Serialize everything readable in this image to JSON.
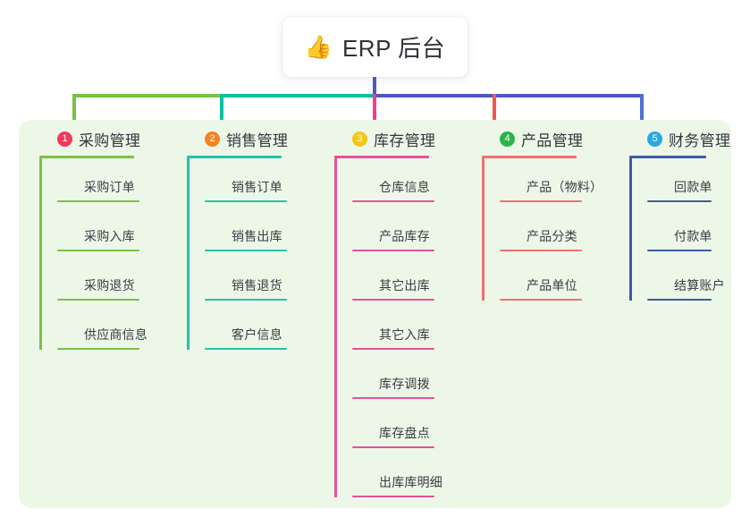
{
  "root": {
    "emoji": "👍",
    "emoji_name": "thumbs-up-icon",
    "title": "ERP 后台"
  },
  "theme": {
    "panel_bg": "#edf7e8",
    "card_bg": "#ffffff",
    "text": "#33363c",
    "stem": "#4f57c4"
  },
  "bus": {
    "segments": [
      {
        "color": "#7ac143"
      },
      {
        "color": "#0bbfa0"
      },
      {
        "color": "#4f57c4"
      }
    ]
  },
  "columns": [
    {
      "number": "1",
      "title": "采购管理",
      "badge_color": "#f0395d",
      "line_color": "#7ac143",
      "drop_color": "#7ac143",
      "items": [
        {
          "label": "采购订单"
        },
        {
          "label": "采购入库"
        },
        {
          "label": "采购退货"
        },
        {
          "label": "供应商信息"
        }
      ]
    },
    {
      "number": "2",
      "title": "销售管理",
      "badge_color": "#f58220",
      "line_color": "#22c3ae",
      "drop_color": "#0bbfa0",
      "items": [
        {
          "label": "销售订单"
        },
        {
          "label": "销售出库"
        },
        {
          "label": "销售退货"
        },
        {
          "label": "客户信息"
        }
      ]
    },
    {
      "number": "3",
      "title": "库存管理",
      "badge_color": "#f5c518",
      "line_color": "#e8519b",
      "drop_color": "#ee3f8f",
      "items": [
        {
          "label": "仓库信息"
        },
        {
          "label": "产品库存"
        },
        {
          "label": "其它出库"
        },
        {
          "label": "其它入库"
        },
        {
          "label": "库存调拨"
        },
        {
          "label": "库存盘点"
        },
        {
          "label": "出库库明细"
        }
      ]
    },
    {
      "number": "4",
      "title": "产品管理",
      "badge_color": "#2ab34a",
      "line_color": "#f2706e",
      "drop_color": "#f4574f",
      "items": [
        {
          "label": "产品（物料）"
        },
        {
          "label": "产品分类"
        },
        {
          "label": "产品单位"
        }
      ]
    },
    {
      "number": "5",
      "title": "财务管理",
      "badge_color": "#29a7e8",
      "line_color": "#3d5aa8",
      "drop_color": "#4f6fd0",
      "items": [
        {
          "label": "回款单"
        },
        {
          "label": "付款单"
        },
        {
          "label": "结算账户"
        }
      ]
    }
  ]
}
